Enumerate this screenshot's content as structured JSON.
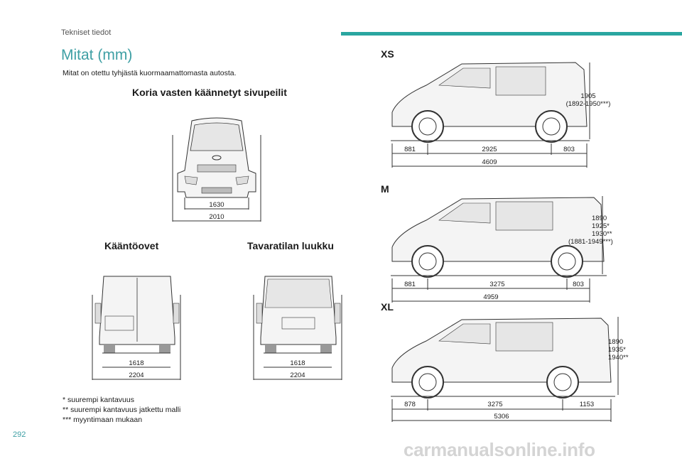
{
  "header": {
    "section": "Tekniset tiedot"
  },
  "title": "Mitat (mm)",
  "intro": "Mitat on otettu tyhjästä kuormaamattomasta autosta.",
  "front": {
    "heading": "Koria vasten käännetyt sivupeilit",
    "width_inner": "1630",
    "width_outer": "2010"
  },
  "rear_doors": {
    "heading": "Kääntöovet",
    "width_inner": "1618",
    "width_outer": "2204"
  },
  "tailgate": {
    "heading": "Tavaratilan luukku",
    "width_inner": "1618",
    "width_outer": "2204"
  },
  "models": [
    {
      "name": "XS",
      "height_lines": [
        "1905",
        "(1892-1950***)"
      ],
      "front_overhang": "881",
      "wheelbase": "2925",
      "rear_overhang": "803",
      "length": "4609"
    },
    {
      "name": "M",
      "height_lines": [
        "1890",
        "1925*",
        "1930**",
        "(1881-1949***)"
      ],
      "front_overhang": "881",
      "wheelbase": "3275",
      "rear_overhang": "803",
      "length": "4959"
    },
    {
      "name": "XL",
      "height_lines": [
        "1890",
        "1935*",
        "1940**"
      ],
      "front_overhang": "878",
      "wheelbase": "3275",
      "rear_overhang": "1153",
      "length": "5306"
    }
  ],
  "footnotes": [
    "* suurempi kantavuus",
    "** suurempi kantavuus jatkettu malli",
    "*** myyntimaan mukaan"
  ],
  "page_number": "292",
  "watermark": "carmanualsonline.info"
}
